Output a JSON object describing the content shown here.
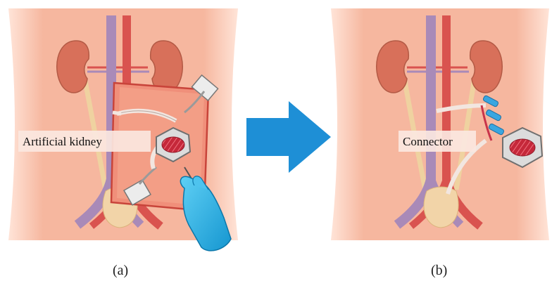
{
  "panels": [
    {
      "id": "a",
      "label": "(a)",
      "callout": "Artificial kidney"
    },
    {
      "id": "b",
      "label": "(b)",
      "callout": "Connector"
    }
  ],
  "colors": {
    "skin": "#f5b8a0",
    "skin_edge": "#ffe6da",
    "kidney": "#d9735a",
    "vein": "#a98ab8",
    "artery": "#d9534f",
    "ureter": "#efd7a4",
    "bladder": "#f2d4a8",
    "arrow": "#1e8fd6",
    "glove": "#2fb7ea",
    "device_red": "#d8283e",
    "connector_blue": "#3aa6e0",
    "tube": "#f2e6e0"
  }
}
